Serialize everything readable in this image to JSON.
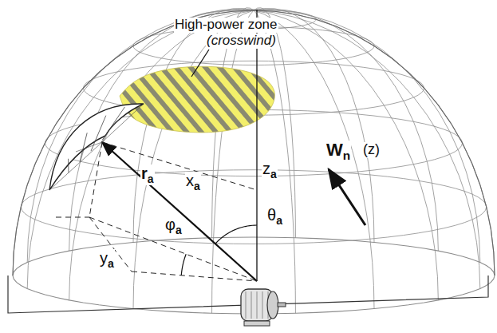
{
  "diagram": {
    "labels": [
      "High-power zone",
      "(crosswind)",
      "ra",
      "xa",
      "za",
      "θa",
      "φa",
      "ya",
      "Wn",
      "(z)"
    ]
  }
}
